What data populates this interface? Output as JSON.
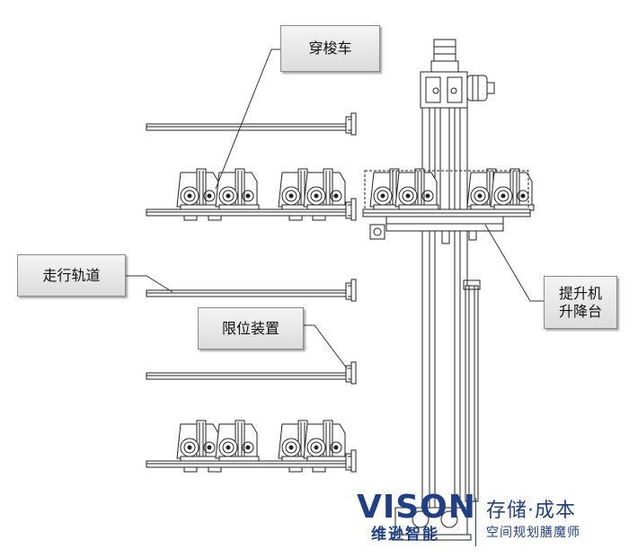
{
  "callouts": {
    "shuttle": "穿梭车",
    "track": "走行轨道",
    "limit_device": "限位装置",
    "lift_line1": "提升机",
    "lift_line2": "升降台"
  },
  "logo": {
    "brand": "VISON",
    "brand_cn": "维逊智能",
    "slogan_main": "存储·成本",
    "slogan_sub": "空间规划膳魔师"
  },
  "colors": {
    "line": "#222222",
    "brand": "#1f3f86"
  }
}
